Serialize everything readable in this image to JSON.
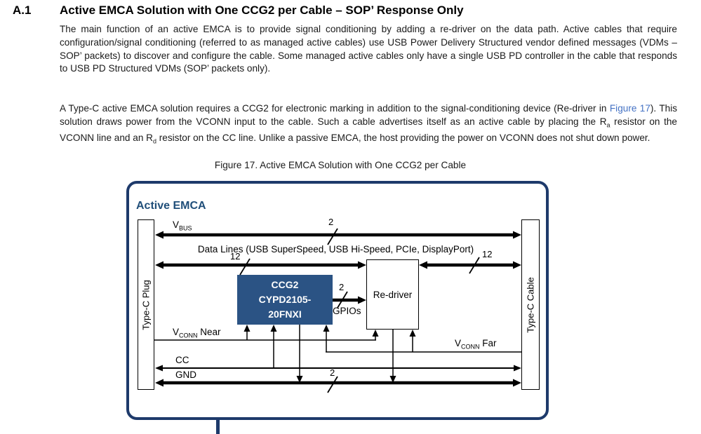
{
  "page": {
    "section_number": "A.1",
    "section_title": "Active EMCA Solution with One CCG2 per Cable – SOP’ Response Only",
    "paragraph1": "The main function of an active EMCA is to provide signal conditioning by adding a re-driver on the data path. Active cables that require configuration/signal conditioning (referred to as managed active cables) use USB Power Delivery Structured vendor defined messages (VDMs –SOP’ packets) to discover and configure the cable. Some managed active cables only have a single USB PD controller in the cable that responds to USB PD Structured VDMs (SOP’ packets only).",
    "paragraph2": {
      "part1": "A Type-C active EMCA solution requires a CCG2 for electronic marking in addition to the signal-conditioning device (Re-driver in ",
      "link_text": "Figure 17",
      "part2": "). This solution draws power from the VCONN input to the cable. Such a cable advertises itself as an active cable by placing the R",
      "sub_a": "a",
      "part3": " resistor on the VCONN line and an R",
      "sub_d": "d",
      "part4": " resistor on the CC line. Unlike a passive EMCA, the host providing the power on VCONN does not shut down power."
    },
    "figure_caption": "Figure 17. Active EMCA Solution with One CCG2 per Cable"
  },
  "diagram": {
    "title": "Active EMCA",
    "plug_label": "Type-C Plug",
    "cable_label": "Type-C Cable",
    "ccg2_lines": [
      "CCG2",
      "CYPD2105-",
      "20FNXI"
    ],
    "redriver_label": "Re-driver",
    "labels": {
      "vbus": {
        "main": "V",
        "sub": "BUS"
      },
      "data_lines": "Data Lines (USB SuperSpeed, USB Hi-Speed, PCIe, DisplayPort)",
      "vbus_width": "2",
      "data_width_left": "12",
      "data_width_right": "12",
      "gpio_width": "2",
      "gpios": "GPIOs",
      "vconn_near": {
        "main": "V",
        "sub": "CONN",
        "rest": " Near"
      },
      "vconn_far": {
        "main": "V",
        "sub": "CONN",
        "rest": " Far"
      },
      "cc": "CC",
      "gnd": "GND",
      "gnd_width": "2"
    },
    "colors": {
      "frame_navy": "#1e3a6b",
      "title_blue": "#1f4e79",
      "ccg2_fill": "#2b5384",
      "link_blue": "#4472c4",
      "line_black": "#000000"
    }
  }
}
